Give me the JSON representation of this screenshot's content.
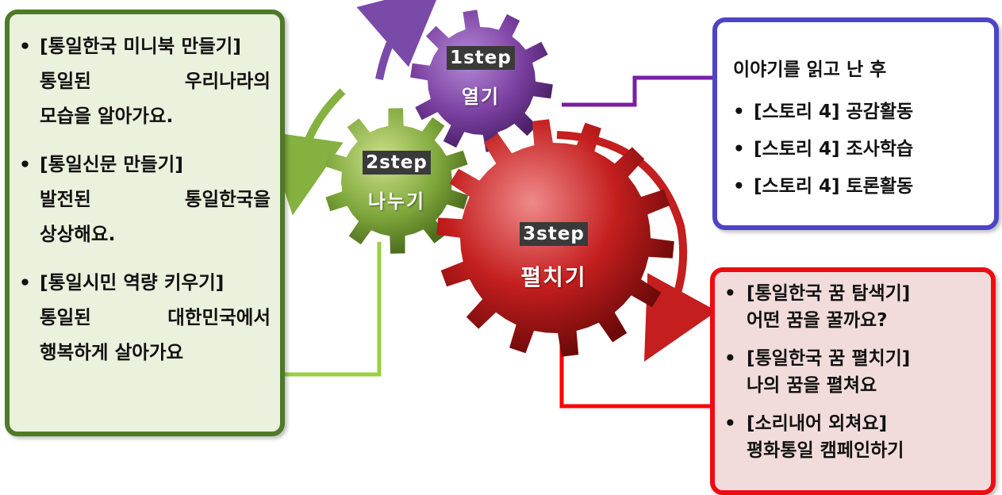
{
  "steps": [
    {
      "tag": "1step",
      "name": "열기",
      "color": "#7a3fa0"
    },
    {
      "tag": "2step",
      "name": "나누기",
      "color": "#7fa83c"
    },
    {
      "tag": "3step",
      "name": "펼치기",
      "color": "#c41e1e"
    }
  ],
  "left_box": {
    "items": [
      {
        "title": "[통일한국 미니북 만들기]",
        "lines": [
          "통일된 우리나라의",
          "모습을 알아가요."
        ]
      },
      {
        "title": "[통일신문 만들기]",
        "lines": [
          "발전된 통일한국을",
          "상상해요."
        ]
      },
      {
        "title": "[통일시민 역량 키우기]",
        "lines": [
          "통일된 대한민국에서",
          "행복하게 살아가요"
        ]
      }
    ]
  },
  "top_right_box": {
    "intro": "이야기를 읽고 난 후",
    "items": [
      "[스토리 4] 공감활동",
      "[스토리 4] 조사학습",
      "[스토리 4] 토론활동"
    ]
  },
  "bottom_right_box": {
    "items": [
      {
        "title": "[통일한국 꿈 탐색기]",
        "line": "어떤 꿈을 꿀까요?"
      },
      {
        "title": "[통일한국 꿈 펼치기]",
        "line": "나의 꿈을 펼쳐요"
      },
      {
        "title": "[소리내어 외쳐요]",
        "line": "평화통일 캠페인하기"
      }
    ]
  },
  "bullet": "•",
  "colors": {
    "green_border": "#4f7a28",
    "blue_border": "#4e44c8",
    "red_border": "#ee0b12",
    "purple_line": "#7a1fa2",
    "green_line": "#9ad13a",
    "red_line": "#ff0000"
  }
}
